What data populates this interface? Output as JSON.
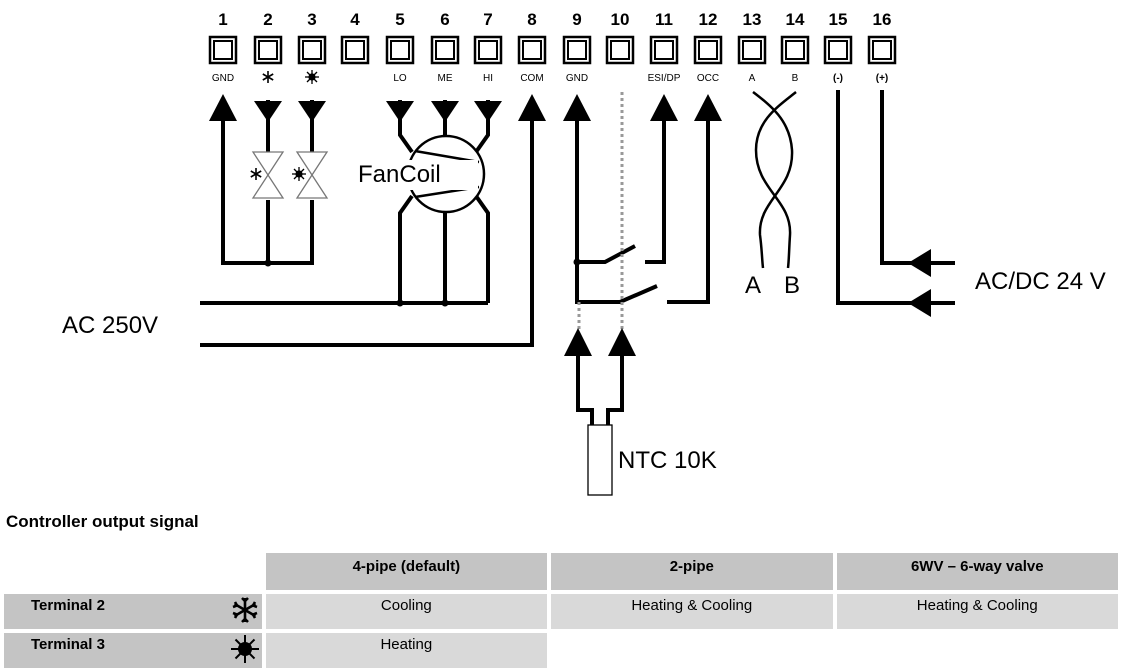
{
  "diagram": {
    "terminals": [
      {
        "number": "1",
        "label": "GND"
      },
      {
        "number": "2",
        "label": "",
        "icon": "snowflake-icon"
      },
      {
        "number": "3",
        "label": "",
        "icon": "sun-icon"
      },
      {
        "number": "4",
        "label": ""
      },
      {
        "number": "5",
        "label": "LO"
      },
      {
        "number": "6",
        "label": "ME"
      },
      {
        "number": "7",
        "label": "HI"
      },
      {
        "number": "8",
        "label": "COM"
      },
      {
        "number": "9",
        "label": "GND"
      },
      {
        "number": "10",
        "label": ""
      },
      {
        "number": "11",
        "label": "ESI/DP"
      },
      {
        "number": "12",
        "label": "OCC"
      },
      {
        "number": "13",
        "label": "A"
      },
      {
        "number": "14",
        "label": "B"
      },
      {
        "number": "15",
        "label": "(-)"
      },
      {
        "number": "16",
        "label": "(+)"
      }
    ],
    "fancoil_label": "FanCoil",
    "ac_power_label": "AC 250V",
    "bus_label_a": "A",
    "bus_label_b": "B",
    "supply_label": "AC/DC 24 V",
    "sensor_label": "NTC 10K"
  },
  "table": {
    "title": "Controller output signal",
    "columns": [
      "4-pipe (default)",
      "2-pipe",
      "6WV – 6-way valve"
    ],
    "rows": [
      {
        "label": "Terminal 2",
        "icon": "snowflake-icon",
        "cells": [
          "Cooling",
          "Heating & Cooling",
          "Heating & Cooling"
        ]
      },
      {
        "label": "Terminal 3",
        "icon": "sun-icon",
        "cells": [
          "Heating",
          "",
          ""
        ]
      }
    ]
  }
}
